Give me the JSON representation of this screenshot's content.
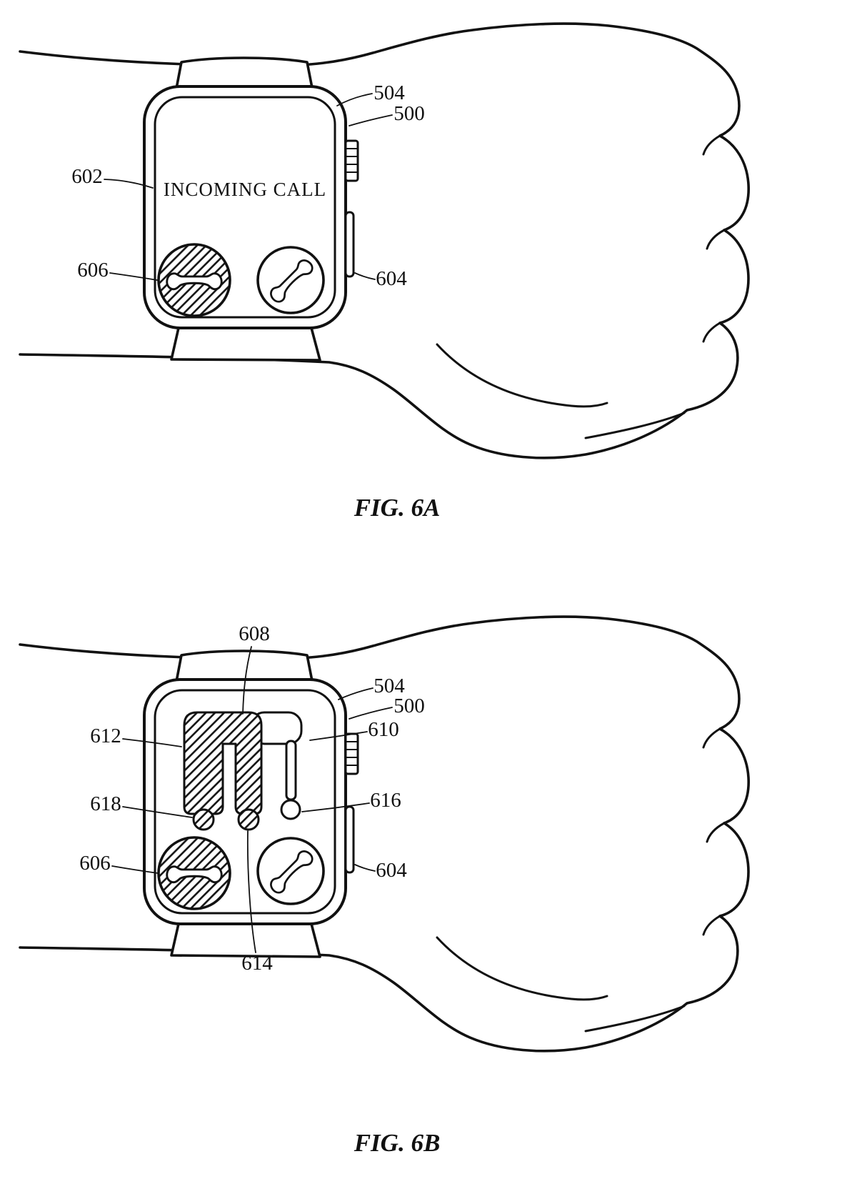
{
  "figures": [
    {
      "caption": "FIG. 6A",
      "screen_text": "INCOMING CALL",
      "icons": {
        "decline": "phone-hangup-icon",
        "accept": "phone-handset-icon"
      },
      "labels": {
        "n504": "504",
        "n500": "500",
        "n602": "602",
        "n606": "606",
        "n604": "604"
      }
    },
    {
      "caption": "FIG. 6B",
      "icons": {
        "decline": "phone-hangup-icon",
        "accept": "phone-handset-icon"
      },
      "labels": {
        "n608": "608",
        "n504": "504",
        "n500": "500",
        "n610": "610",
        "n612": "612",
        "n618": "618",
        "n616": "616",
        "n606": "606",
        "n604": "604",
        "n614": "614"
      }
    }
  ],
  "colors": {
    "ink": "#111111",
    "paper": "#ffffff"
  }
}
